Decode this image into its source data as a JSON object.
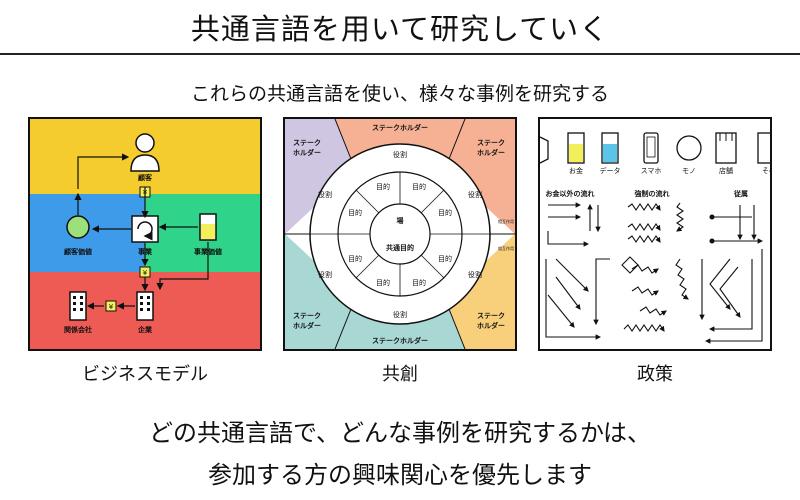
{
  "title": "共通言語を用いて研究していく",
  "subtitle": "これらの共通言語を使い、様々な事例を研究する",
  "panels": {
    "business_model": {
      "caption": "ビジネスモデル",
      "labels": {
        "customer": "顧客",
        "business": "事業",
        "customer_value": "顧客価値",
        "business_value": "事業価値",
        "related_company": "関係会社",
        "company": "企業",
        "yen": "¥"
      },
      "colors": {
        "yellow": "#f5cc2e",
        "blue": "#3d9be9",
        "green": "#2fd38a",
        "red": "#ee5b55",
        "circle": "#9be07a",
        "cup": "#f2ef5a"
      }
    },
    "co_creation": {
      "caption": "共創",
      "labels": {
        "stakeholder_a": "ステーク",
        "stakeholder_b": "ホルダー",
        "stakeholder_line": "ステークホルダー",
        "role": "役割",
        "purpose": "目的",
        "place": "場",
        "common_purpose": "共通目的",
        "mutual": "相互作用"
      },
      "colors": {
        "lavender": "#cfc6e2",
        "salmon": "#f6b194",
        "teal": "#a8d7d4",
        "orange": "#f8cf7b"
      }
    },
    "policy": {
      "caption": "政策",
      "top_labels": [
        "お金",
        "データ",
        "スマホ",
        "モノ",
        "店舗",
        "その他"
      ],
      "section_labels": {
        "flow_non_money": "お金以外の流れ",
        "forced_flow": "強制の流れ",
        "subordination": "従属"
      },
      "colors": {
        "cup": "#f2ef5a"
      }
    }
  },
  "footer_line1": "どの共通言語で、どんな事例を研究するかは、",
  "footer_line2": "参加する方の興味関心を優先します"
}
